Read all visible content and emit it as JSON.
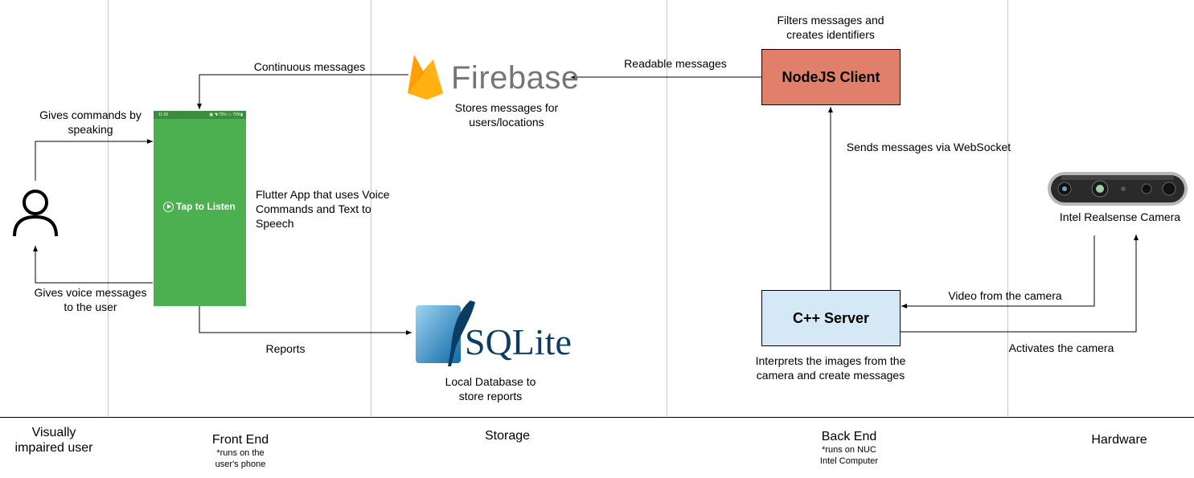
{
  "columns": [
    {
      "title": "Visually\nimpaired user",
      "note": ""
    },
    {
      "title": "Front End",
      "note": "*runs on the\nuser's phone"
    },
    {
      "title": "Storage",
      "note": ""
    },
    {
      "title": "Back End",
      "note": "*runs on NUC\nIntel Computer"
    },
    {
      "title": "Hardware",
      "note": ""
    }
  ],
  "user": {
    "gives_commands": "Gives commands by\nspeaking",
    "gives_voice": "Gives voice messages\nto the user"
  },
  "app": {
    "status_time": "11:05",
    "status_icons": "▣ ◥ 79% ▭ 79%▮",
    "tap_label": "Tap to Listen",
    "description": "Flutter App that uses Voice\nCommands and Text to\nSpeech"
  },
  "firebase": {
    "logo_text": "Firebase",
    "caption": "Stores messages for\nusers/locations"
  },
  "sqlite": {
    "logo_text": "SQLite",
    "caption": "Local Database to\nstore reports"
  },
  "node": {
    "label": "NodeJS Client",
    "caption": "Filters messages and\ncreates identifiers",
    "color": "#e07f6a"
  },
  "cpp": {
    "label": "C++ Server",
    "caption": "Interprets the images from the\ncamera and create messages",
    "color": "#d5e8f5"
  },
  "camera": {
    "caption": "Intel Realsense Camera"
  },
  "edges": {
    "continuous": "Continuous messages",
    "readable": "Readable messages",
    "websocket": "Sends messages via WebSocket",
    "reports": "Reports",
    "video": "Video from the camera",
    "activates": "Activates the camera"
  }
}
